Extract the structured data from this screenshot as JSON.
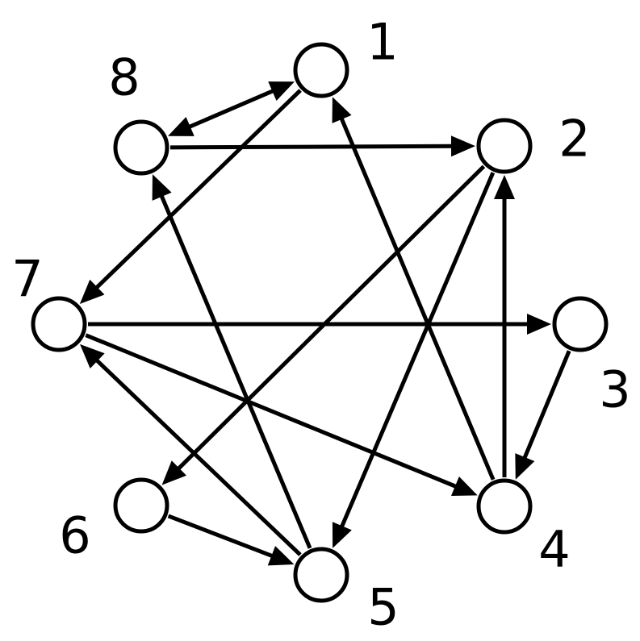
{
  "graph": {
    "type": "directed-graph",
    "nodes": [
      {
        "id": "1",
        "label": "1"
      },
      {
        "id": "2",
        "label": "2"
      },
      {
        "id": "3",
        "label": "3"
      },
      {
        "id": "4",
        "label": "4"
      },
      {
        "id": "5",
        "label": "5"
      },
      {
        "id": "6",
        "label": "6"
      },
      {
        "id": "7",
        "label": "7"
      },
      {
        "id": "8",
        "label": "8"
      }
    ],
    "edges": [
      {
        "from": "1",
        "to": "8",
        "bidirectional": true
      },
      {
        "from": "1",
        "to": "7",
        "bidirectional": false
      },
      {
        "from": "8",
        "to": "2",
        "bidirectional": false
      },
      {
        "from": "2",
        "to": "6",
        "bidirectional": false
      },
      {
        "from": "2",
        "to": "5",
        "bidirectional": false
      },
      {
        "from": "4",
        "to": "2",
        "bidirectional": false
      },
      {
        "from": "4",
        "to": "1",
        "bidirectional": false
      },
      {
        "from": "7",
        "to": "3",
        "bidirectional": false
      },
      {
        "from": "7",
        "to": "4",
        "bidirectional": false
      },
      {
        "from": "3",
        "to": "4",
        "bidirectional": false
      },
      {
        "from": "5",
        "to": "8",
        "bidirectional": false
      },
      {
        "from": "5",
        "to": "7",
        "bidirectional": false
      },
      {
        "from": "6",
        "to": "5",
        "bidirectional": false
      }
    ],
    "colors": {
      "stroke": "#000000",
      "node_fill": "#ffffff",
      "background": "#ffffff"
    }
  }
}
